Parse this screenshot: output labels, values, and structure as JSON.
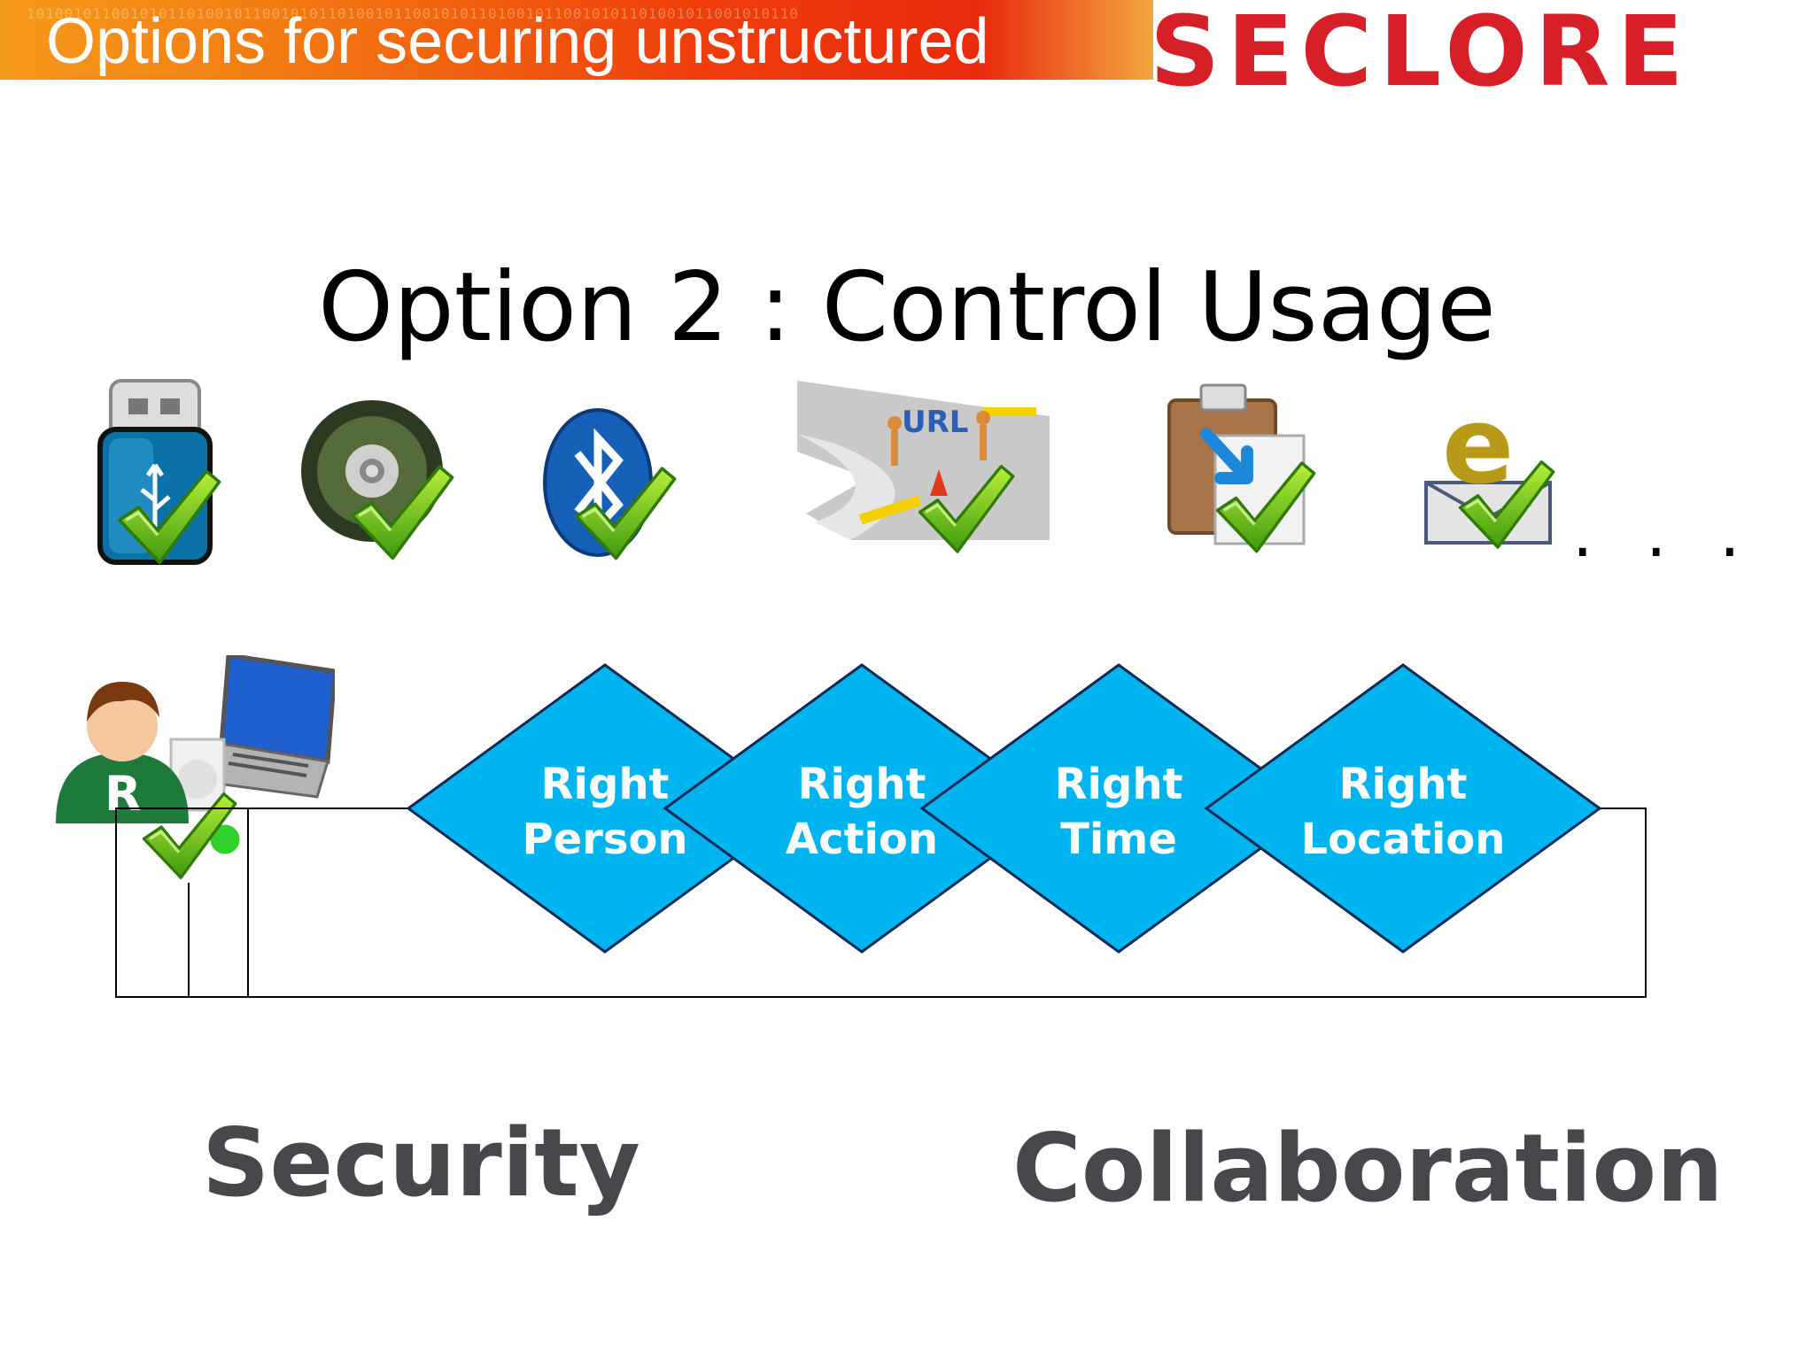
{
  "header": {
    "title": "Options for securing unstructured",
    "binary_text": "1010010110010101101001011001010110100101100101011010010110010101101001011001010110",
    "logo": "SECLORE",
    "background_colors": [
      "#f59a1c",
      "#ea2a0c"
    ],
    "logo_color": "#d61f26"
  },
  "slide": {
    "title": "Option 2 : Control Usage",
    "ellipsis": ". . ."
  },
  "icons": [
    {
      "name": "usb-drive-icon",
      "checked": true
    },
    {
      "name": "cd-disc-icon",
      "checked": true
    },
    {
      "name": "bluetooth-icon",
      "checked": true
    },
    {
      "name": "url-roadblock-icon",
      "label": "URL",
      "checked": true
    },
    {
      "name": "clipboard-icon",
      "checked": true
    },
    {
      "name": "email-icon",
      "label": "e",
      "checked": true
    }
  ],
  "user": {
    "badge": "R",
    "checked": true
  },
  "diamonds": [
    {
      "line1": "Right",
      "line2": "Person"
    },
    {
      "line1": "Right",
      "line2": "Action"
    },
    {
      "line1": "Right",
      "line2": "Time"
    },
    {
      "line1": "Right",
      "line2": "Location"
    }
  ],
  "colors": {
    "diamond_fill": "#00b4f0",
    "check_green": "#6cc21a",
    "label_gray": "#48484c"
  },
  "bottom": {
    "left": "Security",
    "right": "Collaboration"
  }
}
